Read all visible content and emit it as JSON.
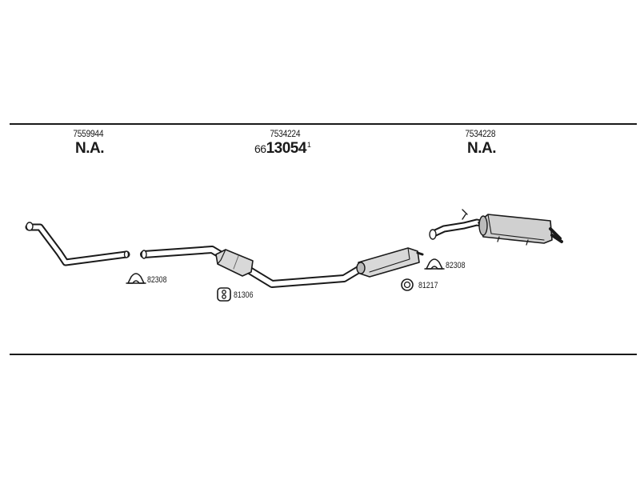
{
  "sections": [
    {
      "oe_number": "7559944",
      "part_number": "N.A."
    },
    {
      "oe_number": "7534224",
      "part_prefix": "66",
      "part_number": "13054",
      "part_suffix": "1"
    },
    {
      "oe_number": "7534228",
      "part_number": "N.A."
    }
  ],
  "accessories": [
    {
      "code": "82308",
      "icon": "clamp-icon"
    },
    {
      "code": "81306",
      "icon": "rubber-hanger-icon"
    },
    {
      "code": "81217",
      "icon": "ring-gasket-icon"
    },
    {
      "code": "82308",
      "icon": "clamp-icon"
    }
  ]
}
